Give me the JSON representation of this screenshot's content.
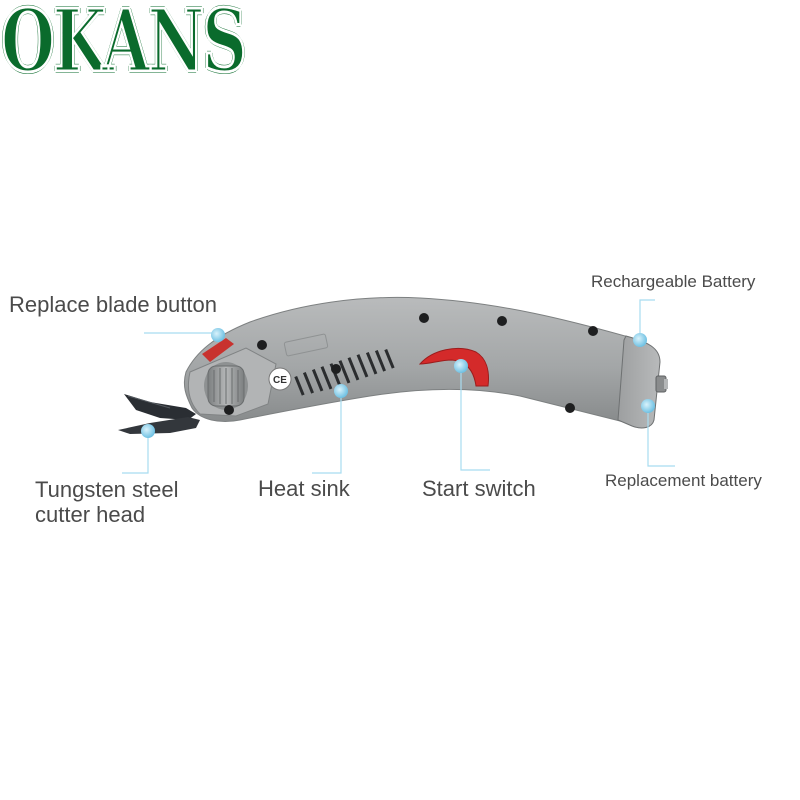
{
  "brand": {
    "logo_text": "OKANS",
    "color": "#0a6b2c"
  },
  "product": {
    "ce_mark": "CE",
    "body_color": "#a4a7a8",
    "trigger_color": "#d42a2a",
    "callout_color": "#8fd0ea"
  },
  "labels": {
    "replace_blade_button": "Replace blade button",
    "tungsten_steel_line1": "Tungsten steel",
    "tungsten_steel_line2": "cutter head",
    "heat_sink": "Heat sink",
    "start_switch": "Start switch",
    "rechargeable_battery": "Rechargeable Battery",
    "replacement_battery": "Replacement battery"
  }
}
